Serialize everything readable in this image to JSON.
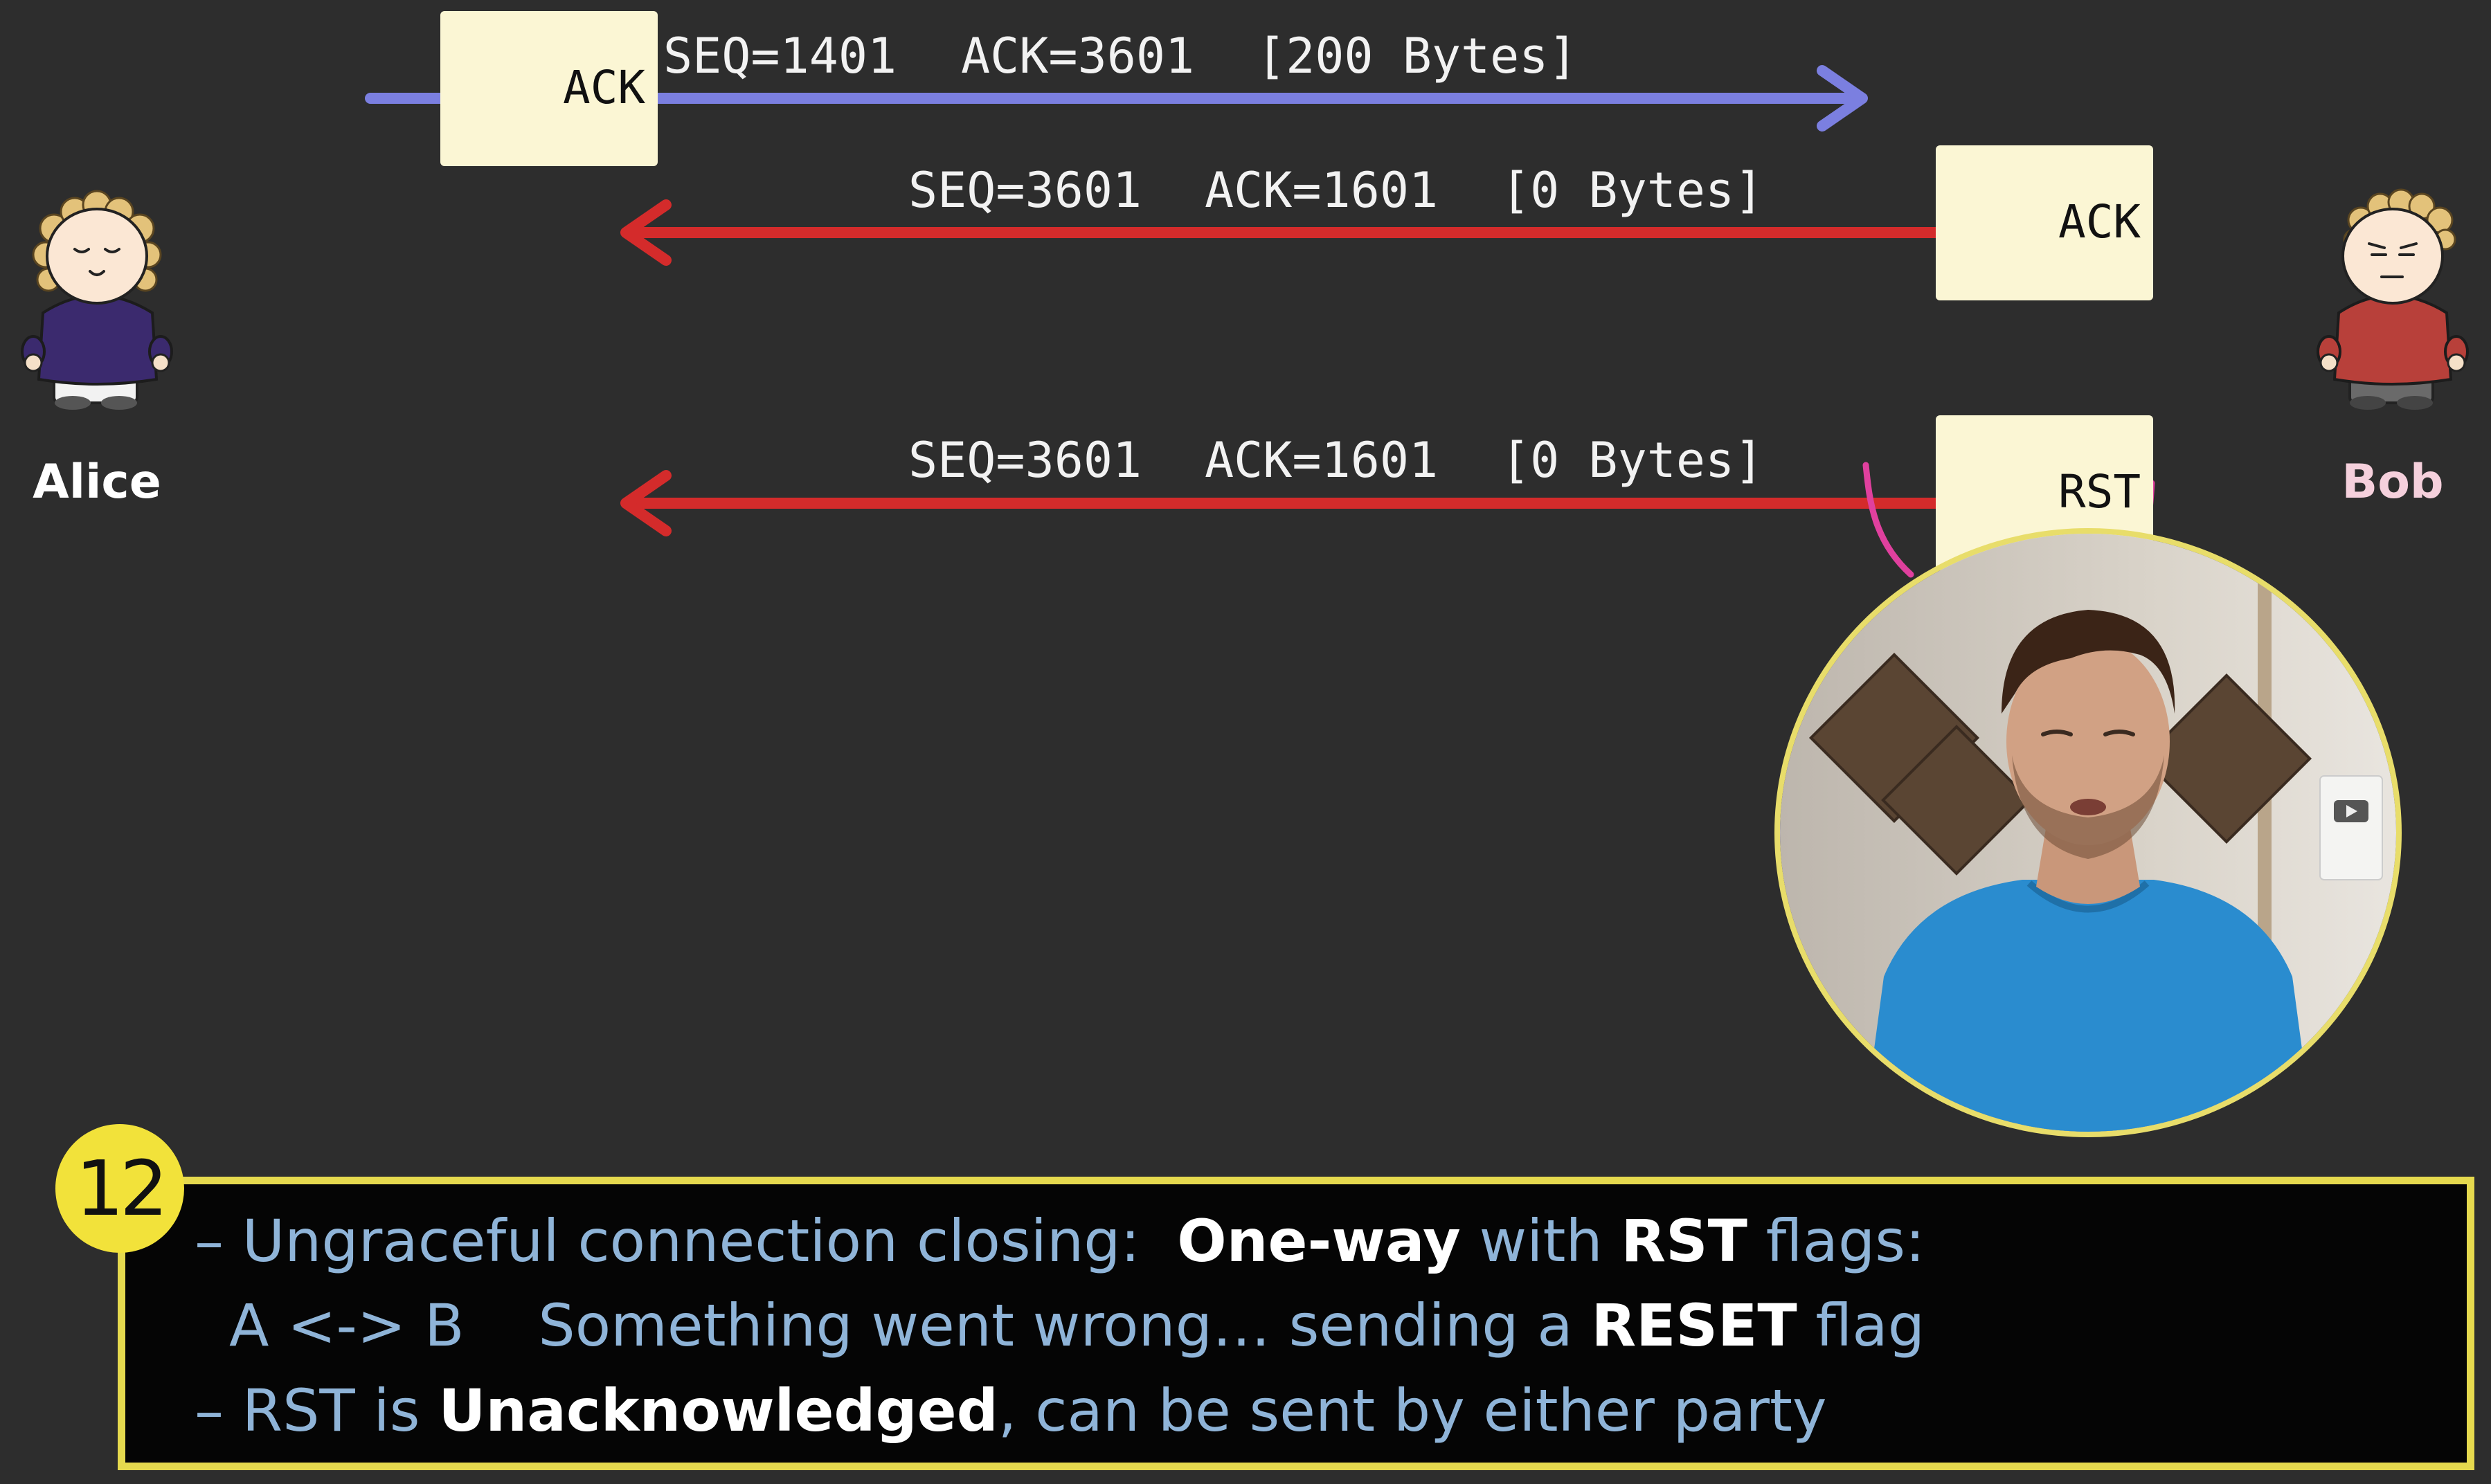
{
  "people": {
    "left": {
      "name": "Alice",
      "shirt_color": "#3b2a6e",
      "label_color": "#ffffff"
    },
    "right": {
      "name": "Bob",
      "shirt_color": "#b8403a",
      "label_color": "#f5d0dc"
    }
  },
  "messages": [
    {
      "direction": "alice-to-bob",
      "flag": "ACK",
      "seq": "SEQ=1401",
      "ack": "ACK=3601",
      "size": "[200 Bytes]",
      "color": "#7b7fe0"
    },
    {
      "direction": "bob-to-alice",
      "flag": "ACK",
      "seq": "SEQ=3601",
      "ack": "ACK=1601",
      "size": "[0 Bytes]",
      "color": "#d42b2b"
    },
    {
      "direction": "bob-to-alice",
      "flag": "RST",
      "seq": "SEQ=3601",
      "ack": "ACK=1601",
      "size": "[0 Bytes]",
      "color": "#d42b2b"
    }
  ],
  "annotation_color": "#e0409e",
  "step_number": "12",
  "caption": {
    "line1": {
      "a": "– Ungraceful connection closing:  ",
      "b": "One-way",
      "c": " with ",
      "d": "RST",
      "e": " flags:"
    },
    "line2": {
      "a": "A <-> B    Something went wrong… sending a ",
      "b": "RESET",
      "c": " flag"
    },
    "line3": {
      "a": "– RST is ",
      "b": "Unacknowledged",
      "c": ", can be sent by either party"
    }
  },
  "colors": {
    "background": "#2d2d2d",
    "caption_border": "#e5d94e",
    "caption_text": "#8fb4d8",
    "flag_box": "#fbf6d4"
  }
}
